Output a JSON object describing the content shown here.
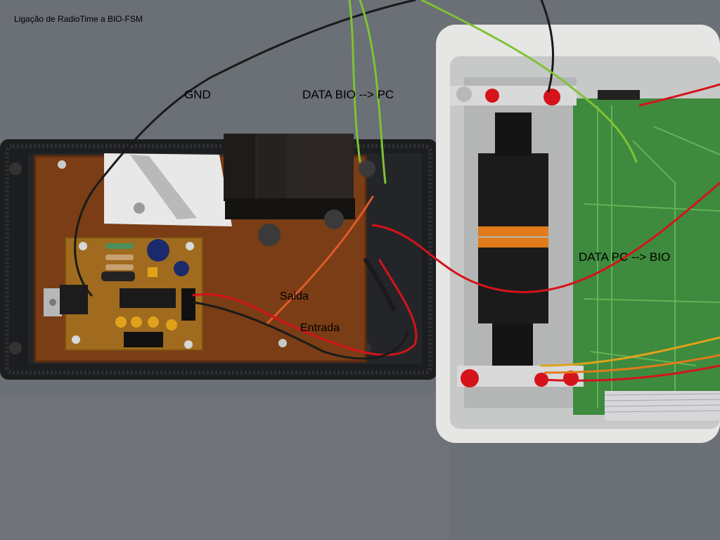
{
  "caption": "Ligação de RadioTime a BIO-FSM",
  "labels": {
    "gnd": "GND",
    "data_bio_pc": "DATA BIO --> PC",
    "data_pc_bio": "DATA PC --> BIO",
    "saida": "Saida",
    "entrada": "Entrada"
  },
  "colors": {
    "table": "#6b6f76",
    "black_case": "#1c1d1f",
    "pcb_board": "#7a3d15",
    "small_pcb": "#a06b1e",
    "white_case": "#e6e6e4",
    "green_pcb": "#3e8a3e",
    "red_wire": "#d4141a",
    "green_wire": "#7fc234",
    "black_wire": "#1a1a1a"
  }
}
